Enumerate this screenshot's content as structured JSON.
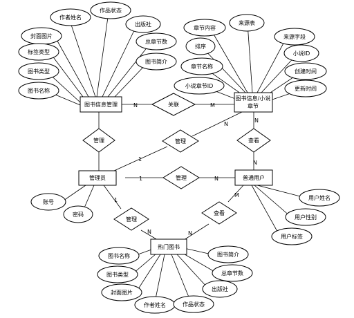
{
  "entities": {
    "book_manage": "图书信息管理",
    "chapter_info_line1": "图书信息/小说",
    "chapter_info_line2": "章节",
    "admin": "管理员",
    "user": "普通用户",
    "hot_books": "热门图书"
  },
  "relations": {
    "link": "关联",
    "manage_top": "管理",
    "manage_diag": "管理",
    "manage_mid": "管理",
    "manage_bottom": "管理",
    "view_right": "查看",
    "view_bottom": "查看"
  },
  "cardinality": {
    "book_link": "N",
    "link_chapter": "M",
    "admin_diag": "1",
    "diag_chapter": "N",
    "chapter_view": "N",
    "view_user": "N",
    "admin_mid": "1",
    "mid_user": "N",
    "admin_bottom": "1",
    "bottom_hot": "N",
    "user_viewb": "M",
    "viewb_hot": "N"
  },
  "attributes": {
    "book": {
      "author": "作者姓名",
      "status": "作品状态",
      "publisher": "出版社",
      "cover": "封面图片",
      "total": "总章节数",
      "tag": "标签类型",
      "intro": "图书简介",
      "type": "图书类型",
      "name": "图书名称"
    },
    "chapter": {
      "content": "章节内容",
      "source": "来源表",
      "source_field": "来源字段",
      "order": "排序",
      "novel_id": "小说ID",
      "title": "章节名称",
      "created": "创建时间",
      "chapter_id": "小说章节ID",
      "updated": "更新时间"
    },
    "admin": {
      "account": "账号",
      "password": "密码"
    },
    "user": {
      "name": "用户姓名",
      "gender": "用户性别",
      "tag": "用户标签"
    },
    "hot": {
      "name": "图书名称",
      "intro": "图书简介",
      "type": "图书类型",
      "total": "总章节数",
      "cover": "封面图片",
      "publisher": "出版社",
      "author": "作者姓名",
      "status": "作品状态"
    }
  }
}
